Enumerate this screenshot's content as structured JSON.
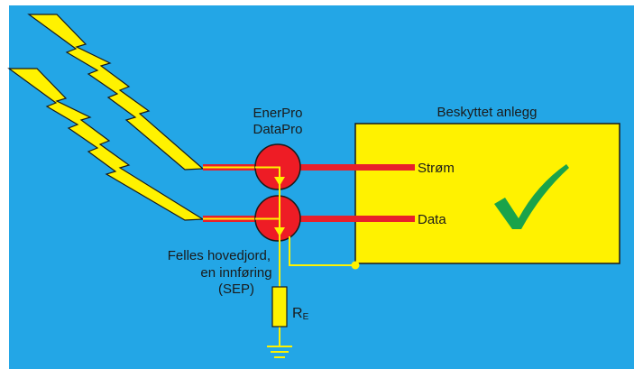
{
  "labels": {
    "device_line1": "EnerPro",
    "device_line2": "DataPro",
    "protected_system": "Beskyttet anlegg",
    "power": "Strøm",
    "data": "Data",
    "earth_line1": "Felles hovedjord,",
    "earth_line2": "en innføring",
    "earth_line3": "(SEP)",
    "resistor_main": "R",
    "resistor_sub": "E"
  },
  "icons": {
    "lightning": "lightning-bolt-icon",
    "check": "checkmark-icon",
    "ground": "ground-symbol-icon"
  },
  "colors": {
    "background": "#23a6e6",
    "box_fill": "#fff200",
    "protector_fill": "#ee1c25",
    "cable": "#e8202a",
    "wire": "#fff200",
    "check": "#1aa34a"
  }
}
